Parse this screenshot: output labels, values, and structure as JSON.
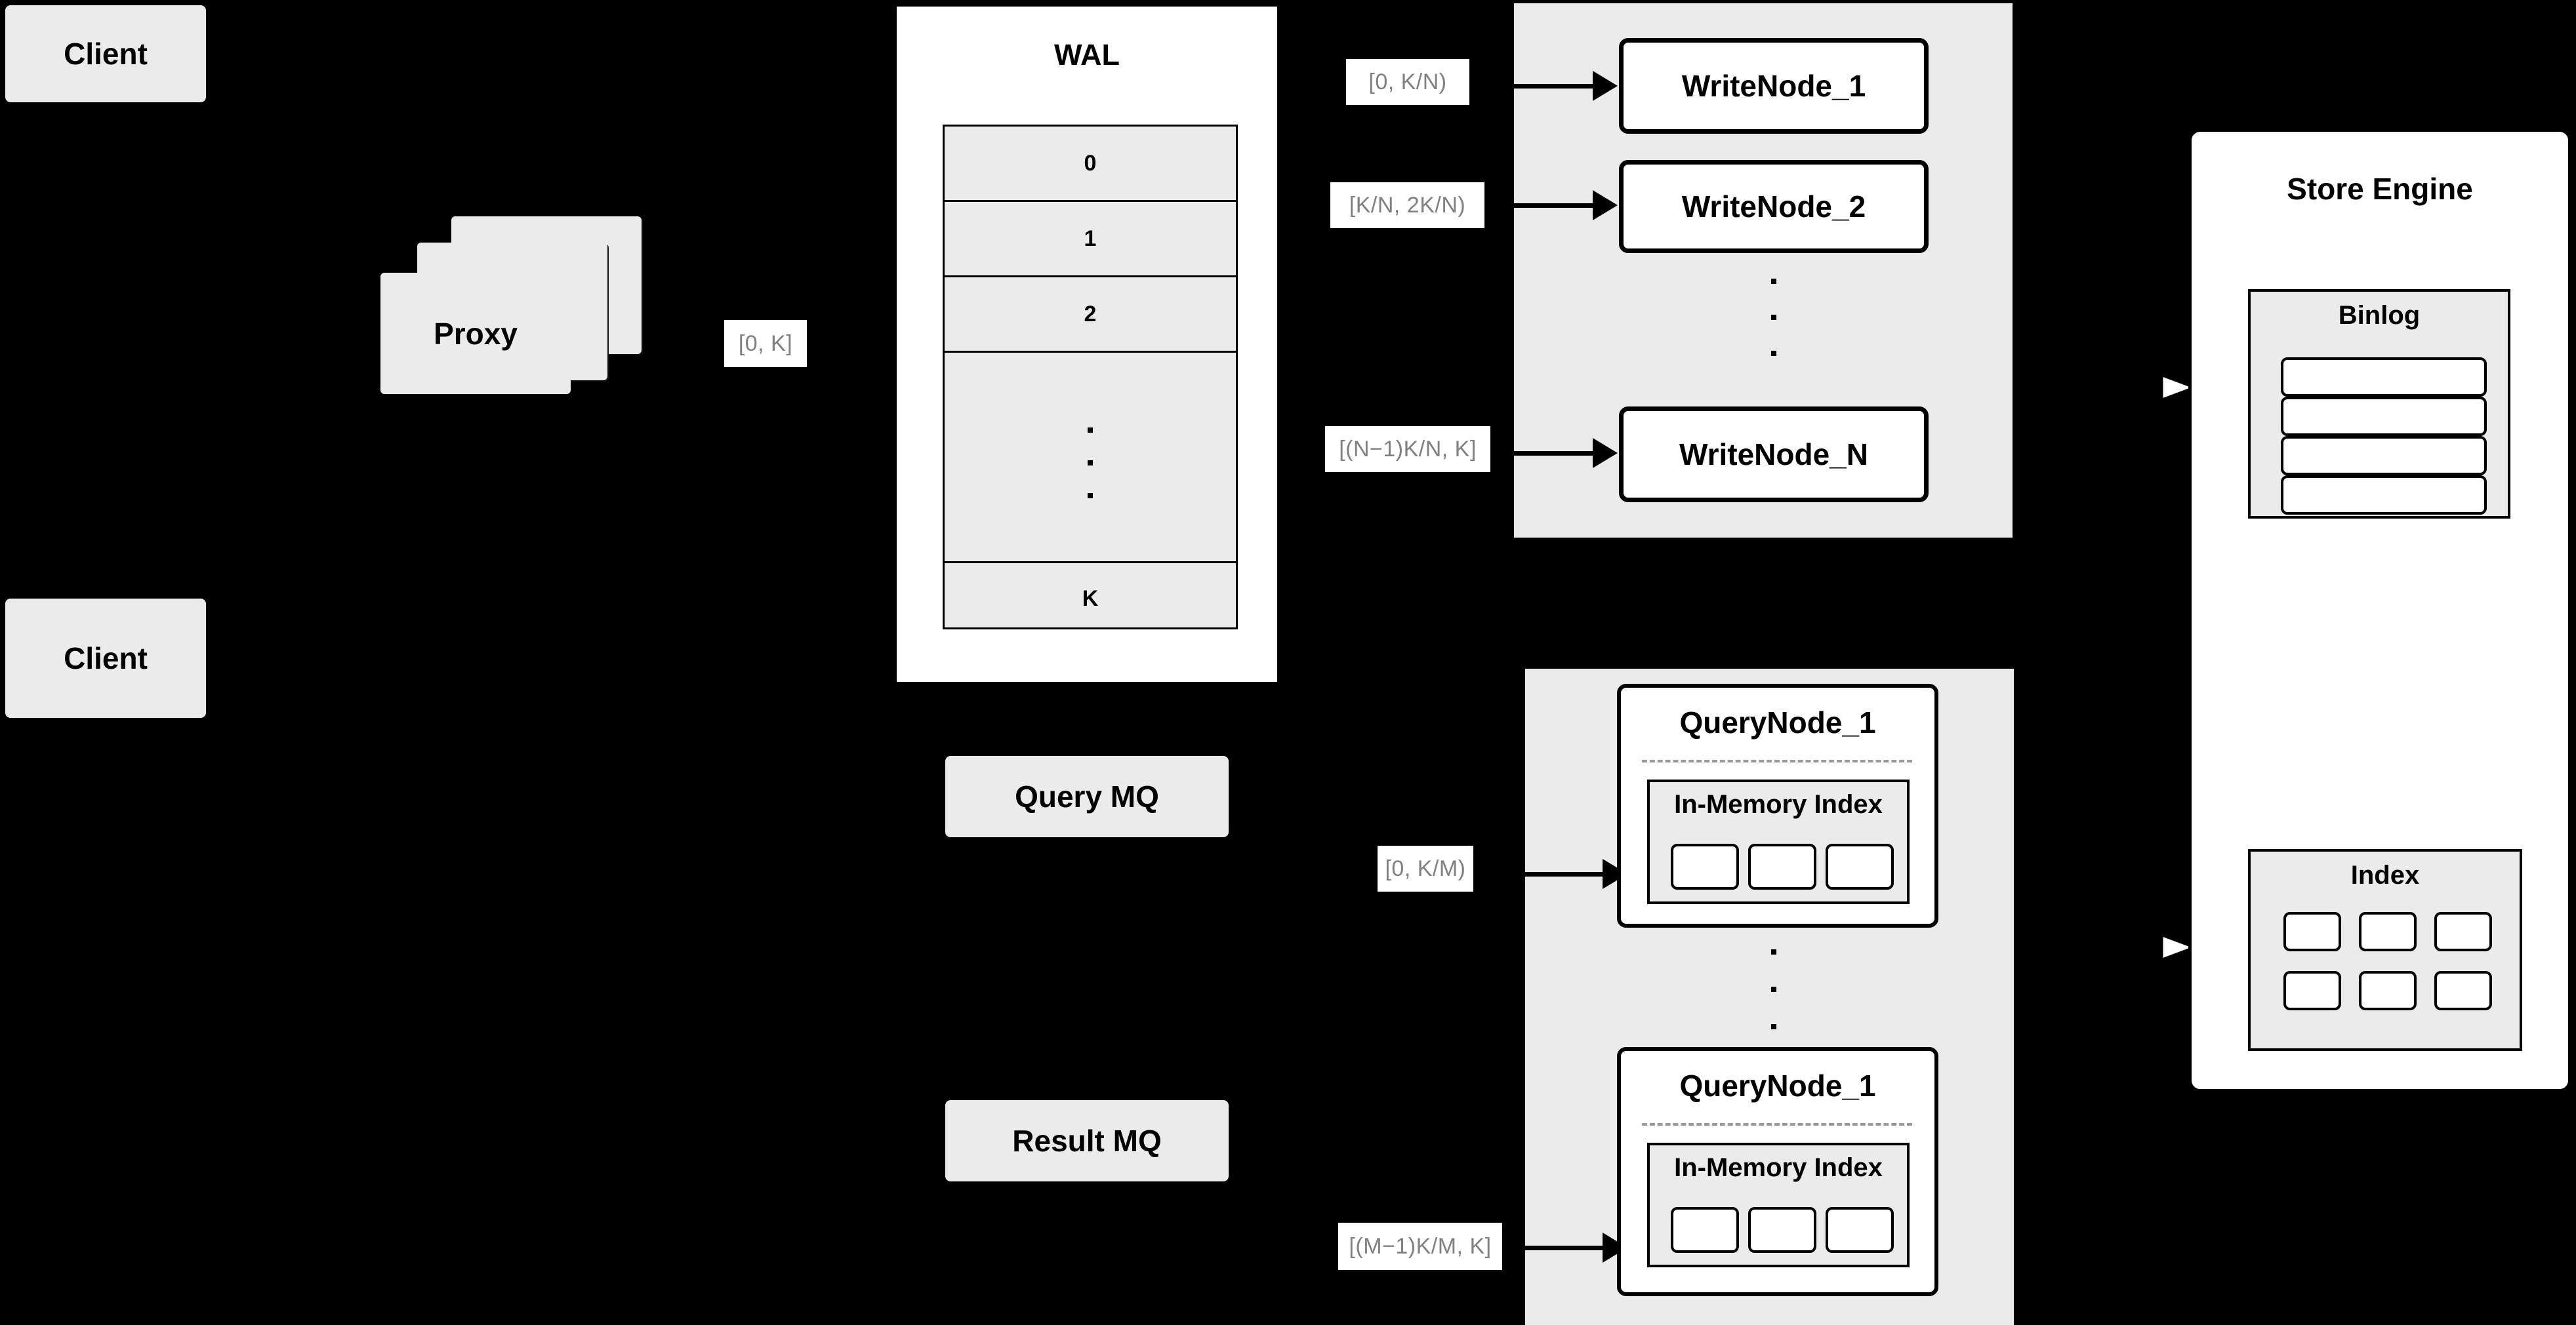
{
  "diagram": {
    "title": "Distributed Write/Query Architecture",
    "background_color": "#000000",
    "node_fill": "#ebebeb",
    "panel_fill": "#ffffff",
    "stroke_color": "#000000",
    "label_text_color": "#808080"
  },
  "clients": [
    {
      "label": "Client"
    },
    {
      "label": "Client"
    }
  ],
  "proxy": {
    "label": "Proxy",
    "stack_count": 3
  },
  "proxy_range_label": "[0, K]",
  "wal": {
    "title": "WAL",
    "rows": [
      "0",
      "1",
      "2",
      "",
      "K"
    ],
    "ellipsis_row_index": 3,
    "ellipsis_dots": 3
  },
  "write_group": {
    "nodes": [
      {
        "label": "WriteNode_1",
        "range": "[0,  K/N)"
      },
      {
        "label": "WriteNode_2",
        "range": "[K/N, 2K/N)"
      },
      {
        "label": "WriteNode_N",
        "range": "[(N−1)K/N,  K]"
      }
    ],
    "ellipsis_dots": 3
  },
  "query_group": {
    "nodes": [
      {
        "label": "QueryNode_1",
        "range": "[0, K/M)",
        "index_panel": {
          "title": "In-Memory Index",
          "chips": 3
        }
      },
      {
        "label": "QueryNode_1",
        "range": "[(M−1)K/M, K]",
        "index_panel": {
          "title": "In-Memory Index",
          "chips": 3
        }
      }
    ],
    "ellipsis_dots": 3
  },
  "message_queues": [
    {
      "label": "Query MQ"
    },
    {
      "label": "Result MQ"
    }
  ],
  "store_engine": {
    "title": "Store Engine",
    "binlog": {
      "title": "Binlog",
      "rows": 4
    },
    "index": {
      "title": "Index",
      "chips": 6,
      "chip_columns": 3,
      "chip_rows": 2
    }
  }
}
